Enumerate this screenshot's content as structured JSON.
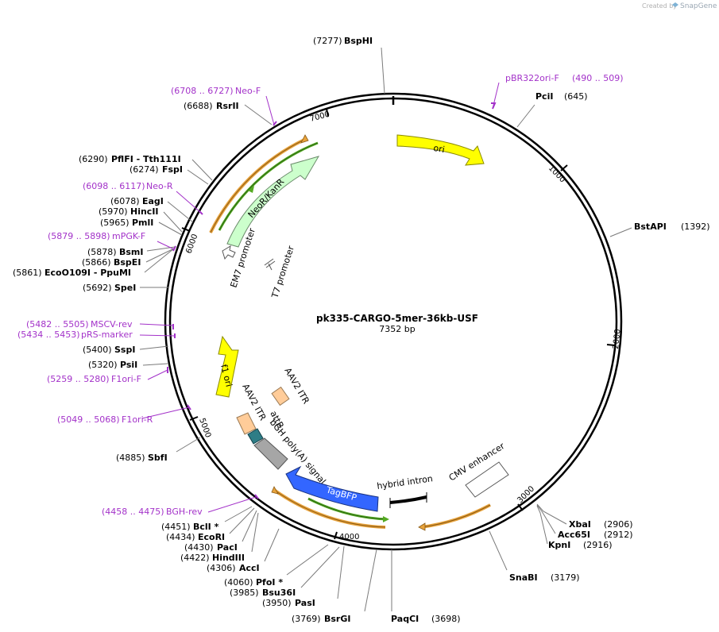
{
  "credit": {
    "prefix": "Created by",
    "brand": "SnapGene"
  },
  "plasmid": {
    "name": "pk335-CARGO-5mer-36kb-USF",
    "length": "7352 bp",
    "total_bp": 7352
  },
  "ticks": [
    "1000",
    "2000",
    "3000",
    "4000",
    "5000",
    "6000",
    "7000"
  ],
  "sites": [
    {
      "name": "BspHI",
      "pos": "(7277)"
    },
    {
      "name": "PciI",
      "pos": "(645)"
    },
    {
      "name": "BstAPI",
      "pos": "(1392)"
    },
    {
      "name": "XbaI",
      "pos": "(2906)"
    },
    {
      "name": "Acc65I",
      "pos": "(2912)"
    },
    {
      "name": "KpnI",
      "pos": "(2916)"
    },
    {
      "name": "SnaBI",
      "pos": "(3179)"
    },
    {
      "name": "PaqCI",
      "pos": "(3698)"
    },
    {
      "name": "BsrGI",
      "pos": "(3769)"
    },
    {
      "name": "PasI",
      "pos": "(3950)"
    },
    {
      "name": "Bsu36I",
      "pos": "(3985)"
    },
    {
      "name": "PfoI *",
      "pos": "(4060)"
    },
    {
      "name": "AccI",
      "pos": "(4306)"
    },
    {
      "name": "HindIII",
      "pos": "(4422)"
    },
    {
      "name": "PacI",
      "pos": "(4430)"
    },
    {
      "name": "EcoRI",
      "pos": "(4434)"
    },
    {
      "name": "BclI *",
      "pos": "(4451)"
    },
    {
      "name": "SbfI",
      "pos": "(4885)"
    },
    {
      "name": "PsiI",
      "pos": "(5320)"
    },
    {
      "name": "SspI",
      "pos": "(5400)"
    },
    {
      "name": "SpeI",
      "pos": "(5692)"
    },
    {
      "name": "EcoO109I  - PpuMI",
      "pos": "(5861)"
    },
    {
      "name": "BspEI",
      "pos": "(5866)"
    },
    {
      "name": "BsmI",
      "pos": "(5878)"
    },
    {
      "name": "PmlI",
      "pos": "(5965)"
    },
    {
      "name": "HincII",
      "pos": "(5970)"
    },
    {
      "name": "EagI",
      "pos": "(6078)"
    },
    {
      "name": "FspI",
      "pos": "(6274)"
    },
    {
      "name": "PflFI  - Tth111I",
      "pos": "(6290)"
    },
    {
      "name": "RsrII",
      "pos": "(6688)"
    }
  ],
  "primers": [
    {
      "name": "pBR322ori-F",
      "range": "(490 .. 509)"
    },
    {
      "name": "Neo-F",
      "range": "(6708 .. 6727)"
    },
    {
      "name": "Neo-R",
      "range": "(6098 .. 6117)"
    },
    {
      "name": "mPGK-F",
      "range": "(5879 .. 5898)"
    },
    {
      "name": "MSCV-rev",
      "range": "(5482 .. 5505)"
    },
    {
      "name": "pRS-marker",
      "range": "(5434 .. 5453)"
    },
    {
      "name": "F1ori-F",
      "range": "(5259 .. 5280)"
    },
    {
      "name": "F1ori-R",
      "range": "(5049 .. 5068)"
    },
    {
      "name": "BGH-rev",
      "range": "(4458 .. 4475)"
    }
  ],
  "features": {
    "ori": "ori",
    "neo": "NeoR/KanR",
    "em7": "EM7 promoter",
    "t7": "T7 promoter",
    "f1": "f1 ori",
    "aav2_itr_inner": "AAV2 ITR",
    "aav2_itr_outer": "AAV2 ITR",
    "attb": "attB",
    "bgh": "bGH poly(A) signal",
    "tagbfp": "TagBFP",
    "hybrid_intron": "hybrid intron",
    "cmv": "CMV enhancer"
  },
  "colors": {
    "ori": "#ffff00",
    "neo": "#ccffcc",
    "tagbfp": "#3366ff",
    "aav2_itr": "#ffcc99",
    "attb": "#2e7d86",
    "bgh": "#a6a6a6",
    "orf_band": "#e8a33c",
    "orf_inner": "#55aa22",
    "primer": "#a332c9"
  }
}
